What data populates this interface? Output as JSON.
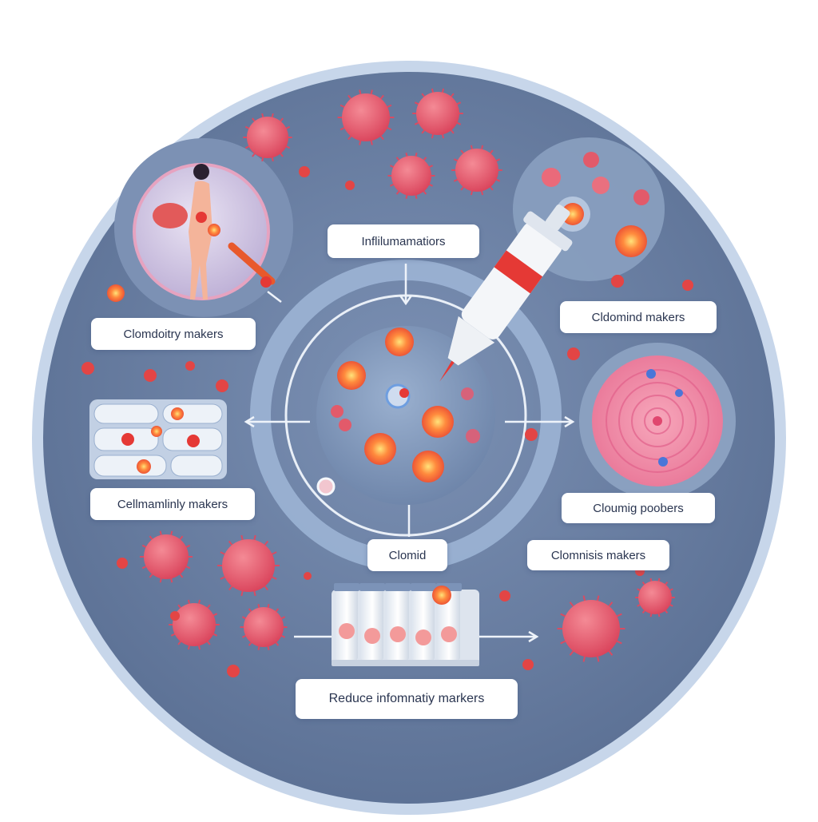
{
  "labels": {
    "top_center": "Inflilumamatiors",
    "top_right": "Cldomind makers",
    "left_upper": "Clomdoitry makers",
    "left_lower": "Cellmamlinly makers",
    "right_middle": "Cloumig poobers",
    "center_bottom": "Clomid",
    "right_lower": "Clomnisis makers",
    "bottom": "Reduce infomnatiy markers"
  },
  "colors": {
    "disc_fill": "#5f7599",
    "disc_rim": "#b7c8df",
    "ring": "#93acd0",
    "inner_disc": "#7d94b8",
    "virus": "#e8596b",
    "dot": "#e03b3b",
    "highlight": "#ff8a3d",
    "tissue_pink": "#f08aa6",
    "syringe_red": "#e53935"
  },
  "icons": [
    "virus-icon",
    "syringe-icon",
    "woman-figure-icon",
    "cell-culture-icon",
    "tissue-spiral-icon",
    "test-tube-rack-icon",
    "arrow-icon"
  ]
}
